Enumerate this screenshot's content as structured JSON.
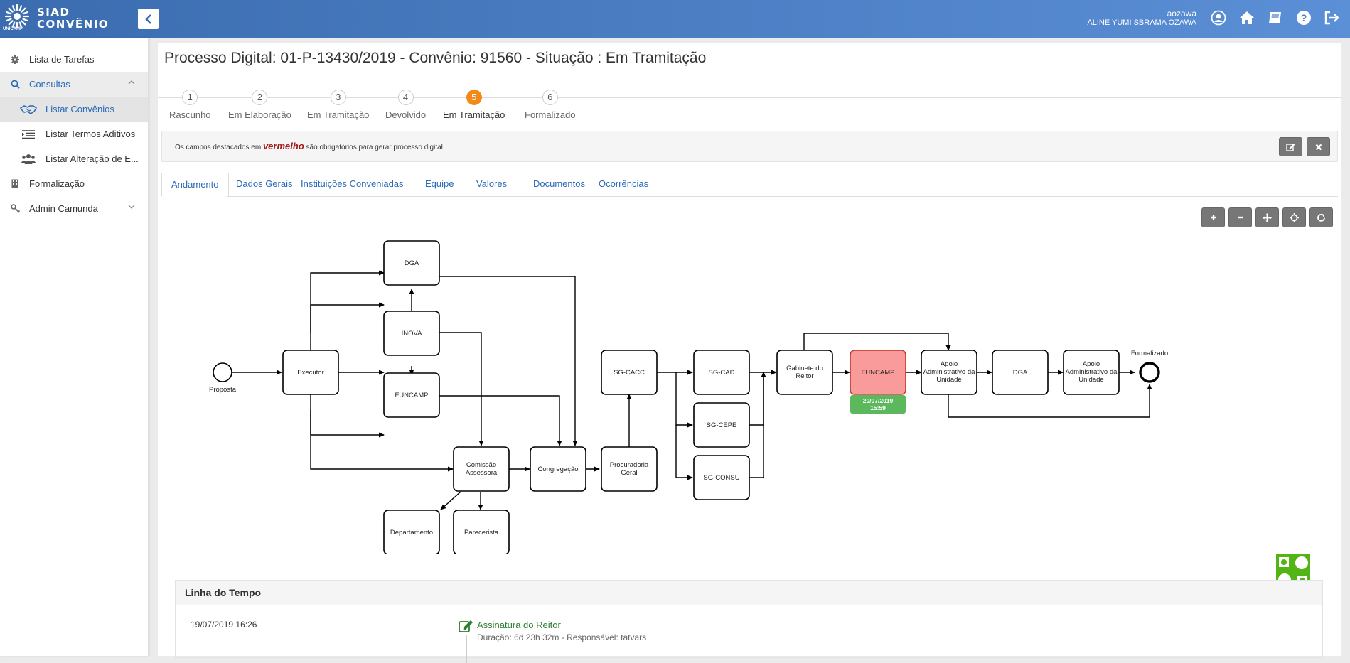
{
  "header": {
    "brand_line1": "SIAD",
    "brand_line2": "CONVÊNIO",
    "logo_text": "UNICAMP",
    "user_login": "aozawa",
    "user_name": "ALINE YUMI SBRAMA OZAWA",
    "icons": [
      "user-circle-icon",
      "home-icon",
      "book-icon",
      "help-icon",
      "logout-icon"
    ]
  },
  "sidebar": {
    "items": [
      {
        "label": "Lista de Tarefas",
        "icon": "gear-icon"
      },
      {
        "label": "Consultas",
        "icon": "search-icon"
      },
      {
        "label": "Listar Convênios",
        "icon": "handshake-icon"
      },
      {
        "label": "Listar Termos Aditivos",
        "icon": "indent-list-icon"
      },
      {
        "label": "Listar Alteração de E...",
        "icon": "users-icon"
      },
      {
        "label": "Formalização",
        "icon": "building-icon"
      },
      {
        "label": "Admin Camunda",
        "icon": "key-icon"
      }
    ]
  },
  "page": {
    "title": "Processo Digital: 01-P-13430/2019 - Convênio: 91560 - Situação : Em Tramitação"
  },
  "steps": [
    {
      "num": "1",
      "label": "Rascunho"
    },
    {
      "num": "2",
      "label": "Em Elaboração"
    },
    {
      "num": "3",
      "label": "Em Tramitação"
    },
    {
      "num": "4",
      "label": "Devolvido"
    },
    {
      "num": "5",
      "label": "Em Tramitação"
    },
    {
      "num": "6",
      "label": "Formalizado"
    }
  ],
  "notice": {
    "before": "Os campos destacados em",
    "highlight": "vermelho",
    "after": "são obrigatórios para gerar processo digital"
  },
  "tabs": [
    "Andamento",
    "Dados Gerais",
    "Instituições Conveniadas",
    "Equipe",
    "Valores",
    "Documentos",
    "Ocorrências"
  ],
  "diagram": {
    "start_label": "Proposta",
    "end_label": "Formalizado",
    "nodes": {
      "executor": "Executor",
      "dga1": "DGA",
      "inova": "INOVA",
      "funcamp1": "FUNCAMP",
      "comissao1": "Comissão",
      "comissao2": "Assessora",
      "departamento": "Departamento",
      "parecerista": "Parecerista",
      "congregacao": "Congregação",
      "procuradoria1": "Procuradoria",
      "procuradoria2": "Geral",
      "sgcacc": "SG-CACC",
      "sgcad": "SG-CAD",
      "sgcepe": "SG-CEPE",
      "sgconsu": "SG-CONSU",
      "gabinete1": "Gabinete do",
      "gabinete2": "Reitor",
      "funcamp2": "FUNCAMP",
      "apoio_a1": "Apoio",
      "apoio_a2": "Administrativo da",
      "apoio_a3": "Unidade",
      "dga2": "DGA",
      "apoio_b1": "Apoio",
      "apoio_b2": "Administrativo da",
      "apoio_b3": "Unidade"
    },
    "badge_date": "20/07/2019",
    "badge_time": "15:59",
    "colors": {
      "current_fill": "#f99b9b",
      "current_stroke": "#c0392b",
      "badge": "#5cb85c"
    }
  },
  "timeline": {
    "title": "Linha do Tempo",
    "entries": [
      {
        "date": "19/07/2019 16:26",
        "title": "Assinatura do Reitor",
        "desc": "Duração: 6d 23h 32m - Responsável: tatvars"
      }
    ]
  }
}
